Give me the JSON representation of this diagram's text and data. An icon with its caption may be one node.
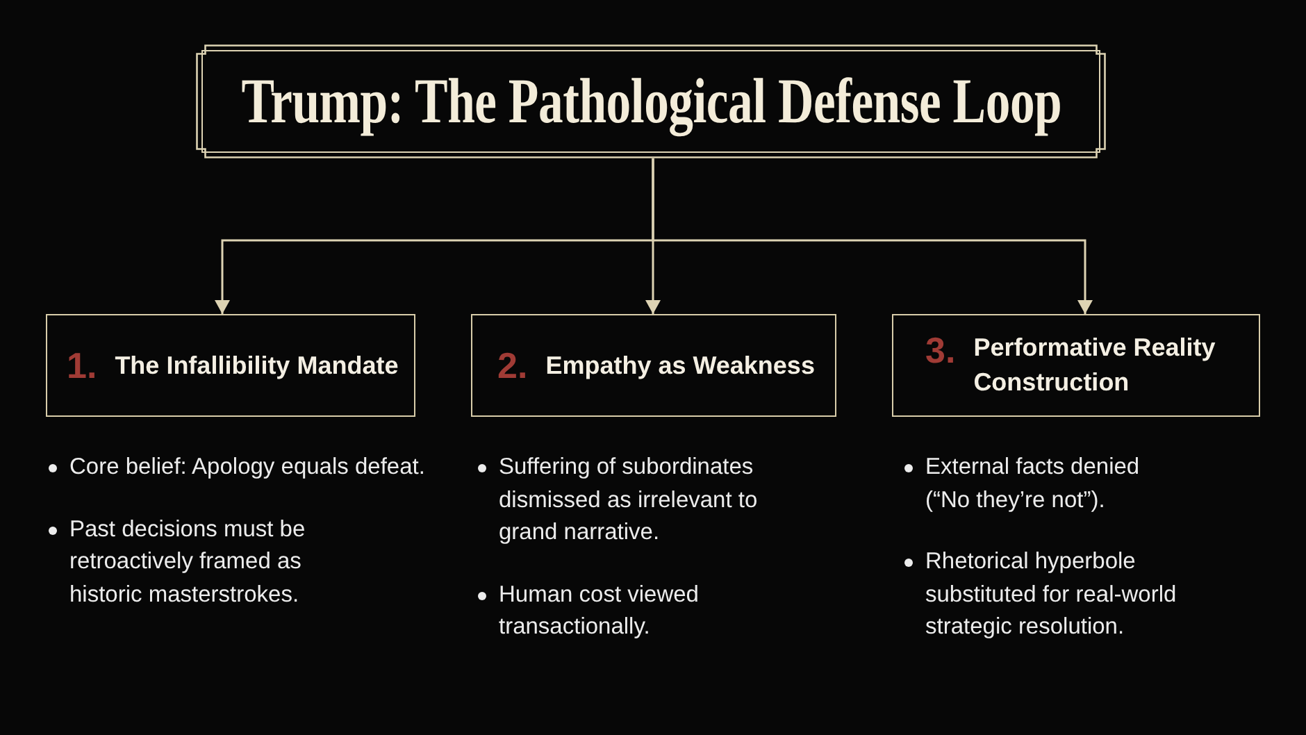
{
  "diagram": {
    "nodes": [
      {
        "text": [
          "Trump: The Pathological Defense Loop"
        ]
      },
      {
        "text": [
          "1.",
          "The Infallibility Mandate"
        ],
        "beside": [
          "Core belief: Apology equals defeat.",
          "Past decisions must be retroactively framed as historic masterstrokes."
        ]
      },
      {
        "text": [
          "2.",
          "Empathy as Weakness"
        ],
        "beside": [
          "Suffering of subordinates dismissed as irrelevant to grand narrative.",
          "Human cost viewed transactionally."
        ]
      },
      {
        "text": [
          "3.",
          "Performative Reality Construction"
        ],
        "beside": [
          "External facts denied (“No they’re not”).",
          "Rhetorical hyperbole substituted for real-world strategic resolution."
        ]
      }
    ],
    "edges": [
      {
        "from": 0,
        "to": 1,
        "arrow": "to"
      },
      {
        "from": 0,
        "to": 2,
        "arrow": "to"
      },
      {
        "from": 0,
        "to": 3,
        "arrow": "to"
      }
    ]
  }
}
